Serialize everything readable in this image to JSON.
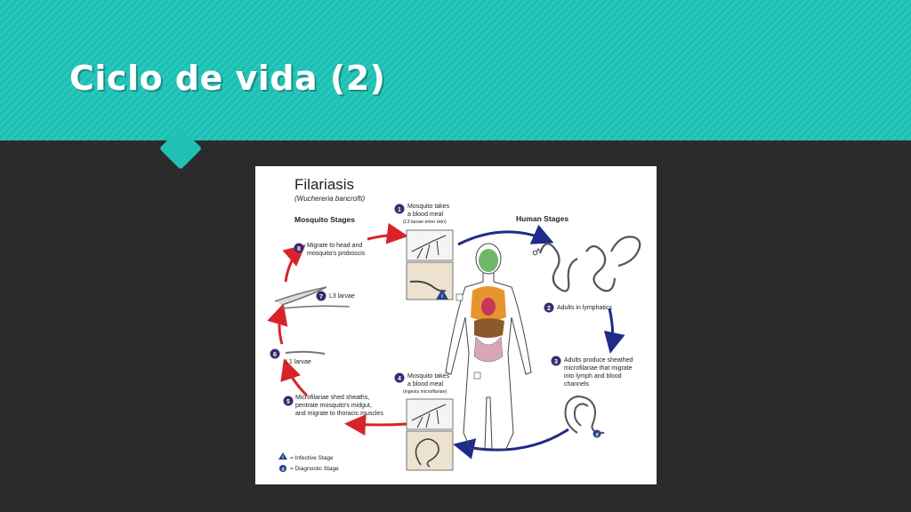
{
  "slide": {
    "title": "Ciclo de vida (2)"
  },
  "figure": {
    "title": "Filariasis",
    "subtitle": "(Wuchereria bancrofti)",
    "mosquito_heading": "Mosquito Stages",
    "human_heading": "Human Stages",
    "steps": [
      {
        "num": "1",
        "text1": "Mosquito takes",
        "text2": "a blood meal",
        "note": "(L3 larvae enter skin)"
      },
      {
        "num": "2",
        "text1": "Adults in lymphatics"
      },
      {
        "num": "3",
        "text1": "Adults produce sheathed",
        "text2": "microfilariae that migrate",
        "text3": "into lymph and blood",
        "text4": "channels"
      },
      {
        "num": "4",
        "text1": "Mosquito takes",
        "text2": "a blood meal",
        "note": "(ingests microfilariae)"
      },
      {
        "num": "5",
        "text1": "Microfilariae shed sheaths,",
        "text2": "pentrate mosquito's midgut,",
        "text3": "and migrate to thoracic muscles"
      },
      {
        "num": "6",
        "text1": "L1 larvae"
      },
      {
        "num": "7",
        "text1": "L3 larvae"
      },
      {
        "num": "8",
        "text1": "Migrate to head and",
        "text2": "mosquito's proboscis"
      }
    ],
    "legend": [
      {
        "symbol": "i",
        "label": "= Infective Stage"
      },
      {
        "symbol": "d",
        "label": "= Diagnostic Stage"
      }
    ],
    "colors": {
      "teal": "#22c0b4",
      "red_arrow": "#d9232a",
      "blue_arrow": "#1f2a8a",
      "step_badge": "#3b2a6e"
    }
  }
}
